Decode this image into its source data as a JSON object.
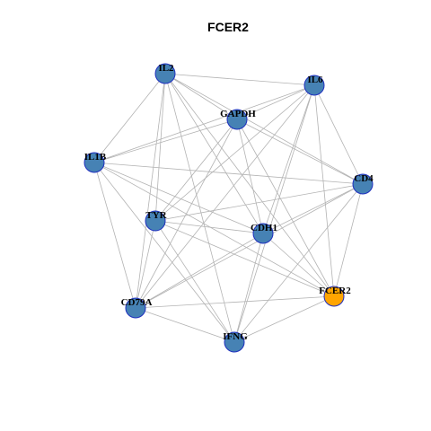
{
  "title": "FCER2",
  "colors": {
    "default_node": "#4682b4",
    "query_node": "#ffa500",
    "node_border": "#1f2fbf",
    "edge": "#b3b3b3"
  },
  "nodes": [
    {
      "id": "IL2",
      "label": "IL2"
    },
    {
      "id": "IL6",
      "label": "IL6"
    },
    {
      "id": "GAPDH",
      "label": "GAPDH"
    },
    {
      "id": "IL1B",
      "label": "IL1B"
    },
    {
      "id": "CD4",
      "label": "CD4"
    },
    {
      "id": "TYR",
      "label": "TYR"
    },
    {
      "id": "CDH1",
      "label": "CDH1"
    },
    {
      "id": "FCER2",
      "label": "FCER2",
      "query": true
    },
    {
      "id": "CD79A",
      "label": "CD79A"
    },
    {
      "id": "IFNG",
      "label": "IFNG"
    }
  ],
  "edges": [
    [
      "IL2",
      "IL6"
    ],
    [
      "IL2",
      "GAPDH"
    ],
    [
      "IL2",
      "IL1B"
    ],
    [
      "IL2",
      "CD4"
    ],
    [
      "IL2",
      "TYR"
    ],
    [
      "IL2",
      "CDH1"
    ],
    [
      "IL2",
      "FCER2"
    ],
    [
      "IL2",
      "CD79A"
    ],
    [
      "IL2",
      "IFNG"
    ],
    [
      "IL6",
      "GAPDH"
    ],
    [
      "IL6",
      "IL1B"
    ],
    [
      "IL6",
      "CD4"
    ],
    [
      "IL6",
      "TYR"
    ],
    [
      "IL6",
      "CDH1"
    ],
    [
      "IL6",
      "FCER2"
    ],
    [
      "IL6",
      "CD79A"
    ],
    [
      "IL6",
      "IFNG"
    ],
    [
      "GAPDH",
      "IL1B"
    ],
    [
      "GAPDH",
      "CD4"
    ],
    [
      "GAPDH",
      "TYR"
    ],
    [
      "GAPDH",
      "CDH1"
    ],
    [
      "GAPDH",
      "FCER2"
    ],
    [
      "GAPDH",
      "CD79A"
    ],
    [
      "IL1B",
      "CD4"
    ],
    [
      "IL1B",
      "CDH1"
    ],
    [
      "IL1B",
      "FCER2"
    ],
    [
      "IL1B",
      "CD79A"
    ],
    [
      "IL1B",
      "IFNG"
    ],
    [
      "CD4",
      "TYR"
    ],
    [
      "CD4",
      "CDH1"
    ],
    [
      "CD4",
      "FCER2"
    ],
    [
      "CD4",
      "CD79A"
    ],
    [
      "CD4",
      "IFNG"
    ],
    [
      "TYR",
      "CDH1"
    ],
    [
      "TYR",
      "FCER2"
    ],
    [
      "TYR",
      "CD79A"
    ],
    [
      "TYR",
      "IFNG"
    ],
    [
      "CDH1",
      "FCER2"
    ],
    [
      "CDH1",
      "CD79A"
    ],
    [
      "CDH1",
      "IFNG"
    ],
    [
      "FCER2",
      "CD79A"
    ],
    [
      "FCER2",
      "IFNG"
    ],
    [
      "CD79A",
      "IFNG"
    ]
  ]
}
